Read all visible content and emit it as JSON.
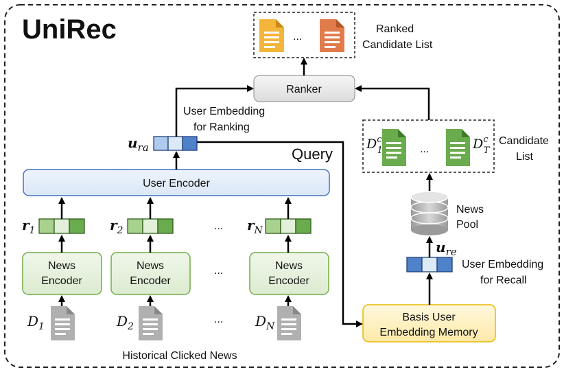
{
  "title": "UniRec",
  "top_list": {
    "ellipsis": "...",
    "label_line1": "Ranked",
    "label_line2": "Candidate List"
  },
  "ranker": {
    "label": "Ranker"
  },
  "user_embedding_ranking": {
    "symbol": "u",
    "subscript": "ra",
    "label_line1": "User Embedding",
    "label_line2": "for Ranking"
  },
  "query_label": "Query",
  "user_encoder": {
    "label": "User Encoder"
  },
  "news_encoders": [
    {
      "rep_symbol": "r",
      "rep_sub": "1",
      "label_line1": "News",
      "label_line2": "Encoder",
      "doc_symbol": "D",
      "doc_sub": "1"
    },
    {
      "rep_symbol": "r",
      "rep_sub": "2",
      "label_line1": "News",
      "label_line2": "Encoder",
      "doc_symbol": "D",
      "doc_sub": "2"
    },
    {
      "rep_symbol": "r",
      "rep_sub": "N",
      "label_line1": "News",
      "label_line2": "Encoder",
      "doc_symbol": "D",
      "doc_sub": "N"
    }
  ],
  "ellipsis": "...",
  "historical_label": "Historical Clicked News",
  "candidate_list": {
    "first_symbol": "D",
    "first_sup": "c",
    "first_sub": "1",
    "last_symbol": "D",
    "last_sup": "c",
    "last_sub": "T",
    "ellipsis": "...",
    "label_line1": "Candidate",
    "label_line2": "List"
  },
  "news_pool": {
    "label_line1": "News",
    "label_line2": "Pool"
  },
  "user_embedding_recall": {
    "symbol": "u",
    "subscript": "re",
    "label_line1": "User Embedding",
    "label_line2": "for Recall"
  },
  "basis_memory": {
    "label_line1": "Basis User",
    "label_line2": "Embedding Memory"
  },
  "colors": {
    "green_fill": "#e2efd9",
    "green_stroke": "#70ad47",
    "blue_fill": "#dce9f7",
    "blue_stroke": "#4472c4",
    "yellow_fill": "#fff2cc",
    "yellow_stroke": "#e6b800",
    "gray_fill": "#e7e6e6",
    "doc_gray": "#b0b0b0",
    "doc_yellow": "#f3b53a",
    "doc_orange": "#e07c4c",
    "doc_green": "#6aab4e"
  }
}
